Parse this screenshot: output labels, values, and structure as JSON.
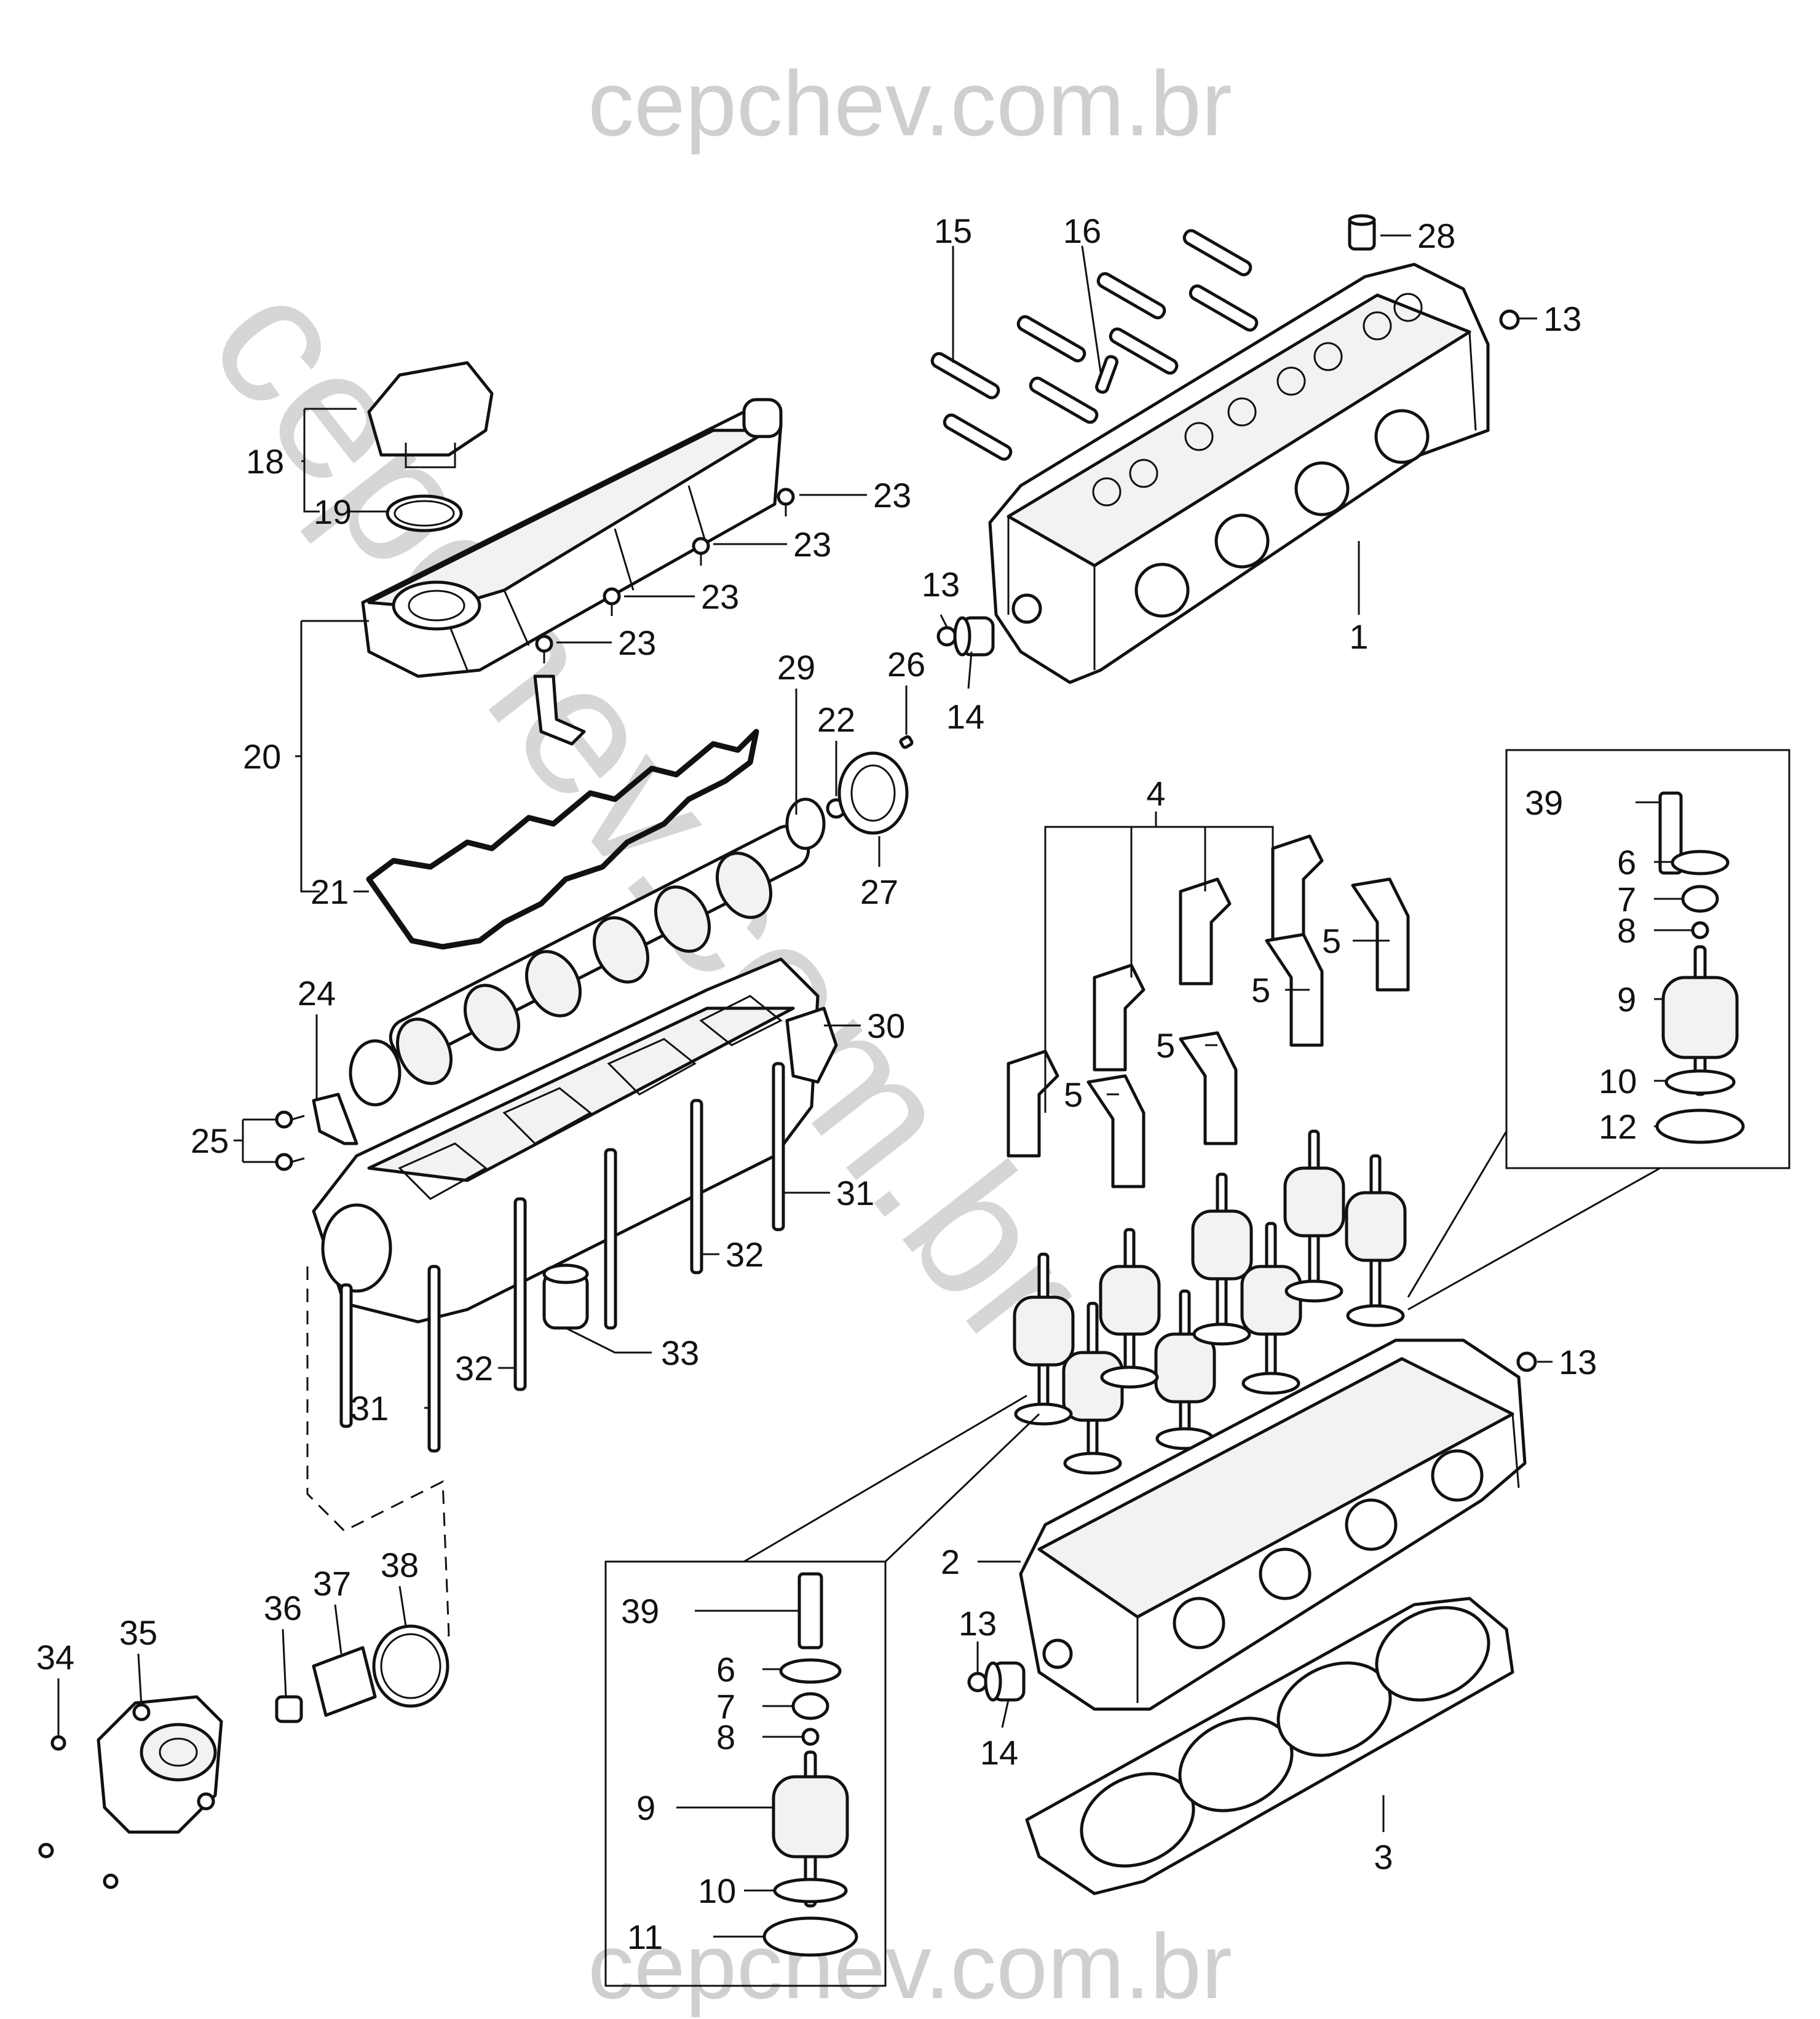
{
  "watermarks": {
    "top": "cepchev.com.br",
    "bottom": "cepchev.com.br",
    "diagonal": "cepchev.com.br"
  },
  "callouts": [
    "1",
    "2",
    "3",
    "4",
    "5",
    "6",
    "7",
    "8",
    "9",
    "10",
    "11",
    "12",
    "13",
    "14",
    "15",
    "16",
    "18",
    "19",
    "20",
    "21",
    "22",
    "23",
    "24",
    "25",
    "26",
    "27",
    "28",
    "29",
    "30",
    "31",
    "32",
    "33",
    "34",
    "35",
    "36",
    "37",
    "38",
    "39"
  ],
  "colors": {
    "line": "#111111",
    "watermark": "#cfcfcf",
    "background": "#ffffff"
  }
}
